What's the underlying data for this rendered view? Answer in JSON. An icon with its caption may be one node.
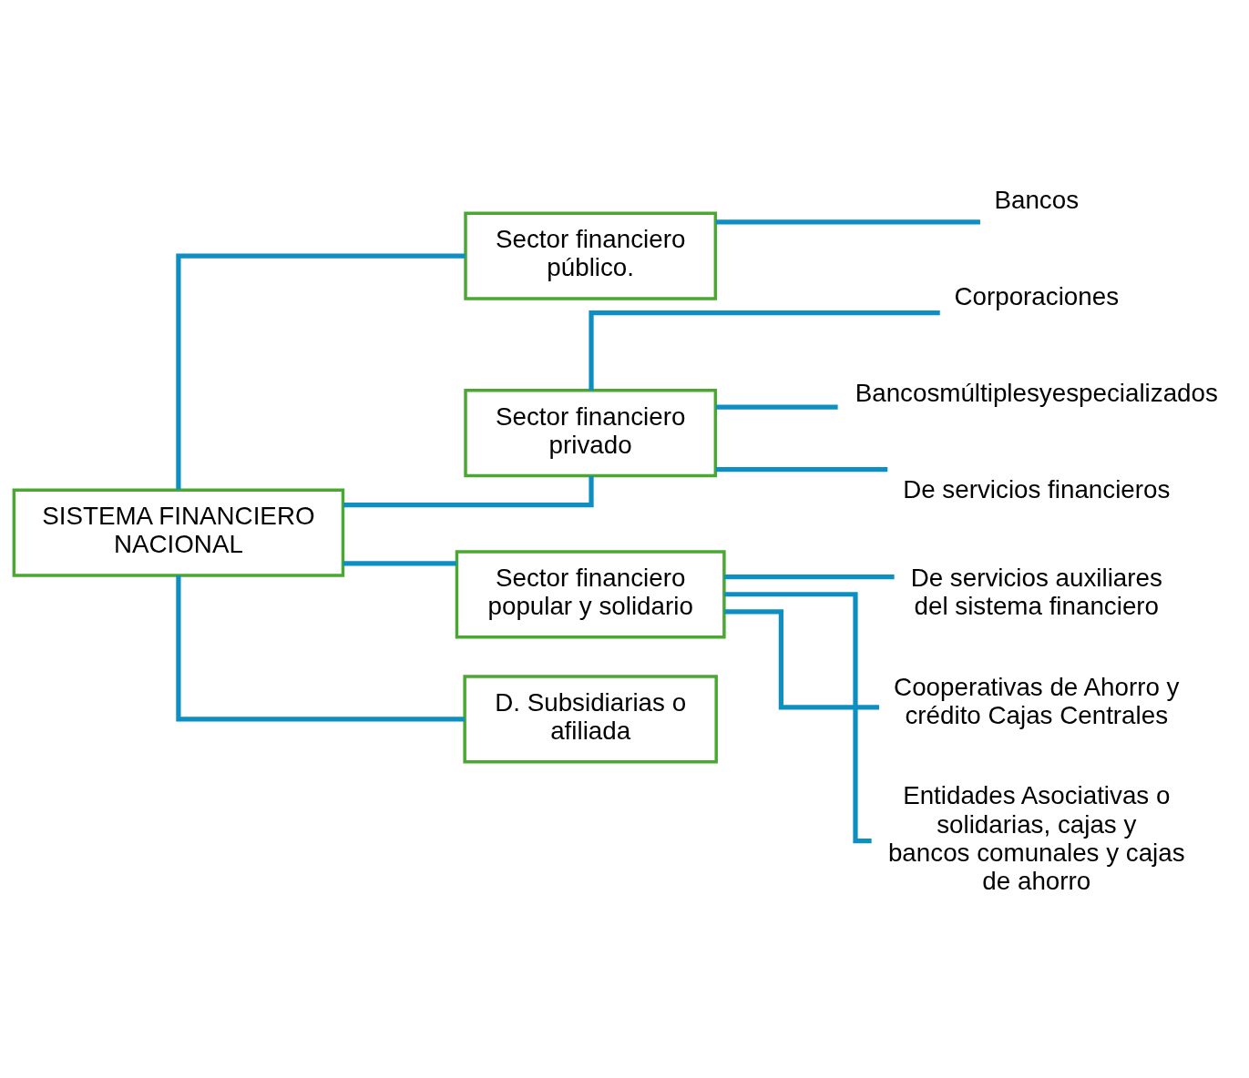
{
  "diagram": {
    "nodes": [
      {
        "text": [
          "SISTEMA FINANCIERO NACIONAL"
        ]
      },
      {
        "text": [
          "Sector financiero público."
        ]
      },
      {
        "text": [
          "Sector financiero privado"
        ]
      },
      {
        "text": [
          "Sector financiero popular y solidario"
        ]
      },
      {
        "text": [
          "D. Subsidiarias o afiliada"
        ]
      },
      {
        "text": [
          "Bancos"
        ]
      },
      {
        "text": [
          "Corporaciones"
        ]
      },
      {
        "text": [
          "Bancosmúltiplesyespecializados"
        ]
      },
      {
        "text": [
          "De servicios financieros"
        ]
      },
      {
        "text": [
          "De servicios auxiliares del sistema financiero"
        ]
      },
      {
        "text": [
          "Cooperativas de Ahorro y crédito Cajas Centrales"
        ]
      },
      {
        "text": [
          "Entidades Asociativas o solidarias, cajas y bancos comunales y cajas de ahorro"
        ]
      }
    ],
    "edges": [
      {
        "from": 0,
        "to": 1,
        "arrow": "none"
      },
      {
        "from": 0,
        "to": 2,
        "arrow": "none"
      },
      {
        "from": 0,
        "to": 3,
        "arrow": "none"
      },
      {
        "from": 0,
        "to": 4,
        "arrow": "none"
      },
      {
        "from": 1,
        "to": 5,
        "arrow": "none"
      },
      {
        "from": 2,
        "to": 6,
        "arrow": "none"
      },
      {
        "from": 2,
        "to": 7,
        "arrow": "none"
      },
      {
        "from": 2,
        "to": 8,
        "arrow": "none"
      },
      {
        "from": 3,
        "to": 9,
        "arrow": "none"
      },
      {
        "from": 3,
        "to": 10,
        "arrow": "none"
      },
      {
        "from": 3,
        "to": 11,
        "arrow": "none"
      }
    ]
  }
}
